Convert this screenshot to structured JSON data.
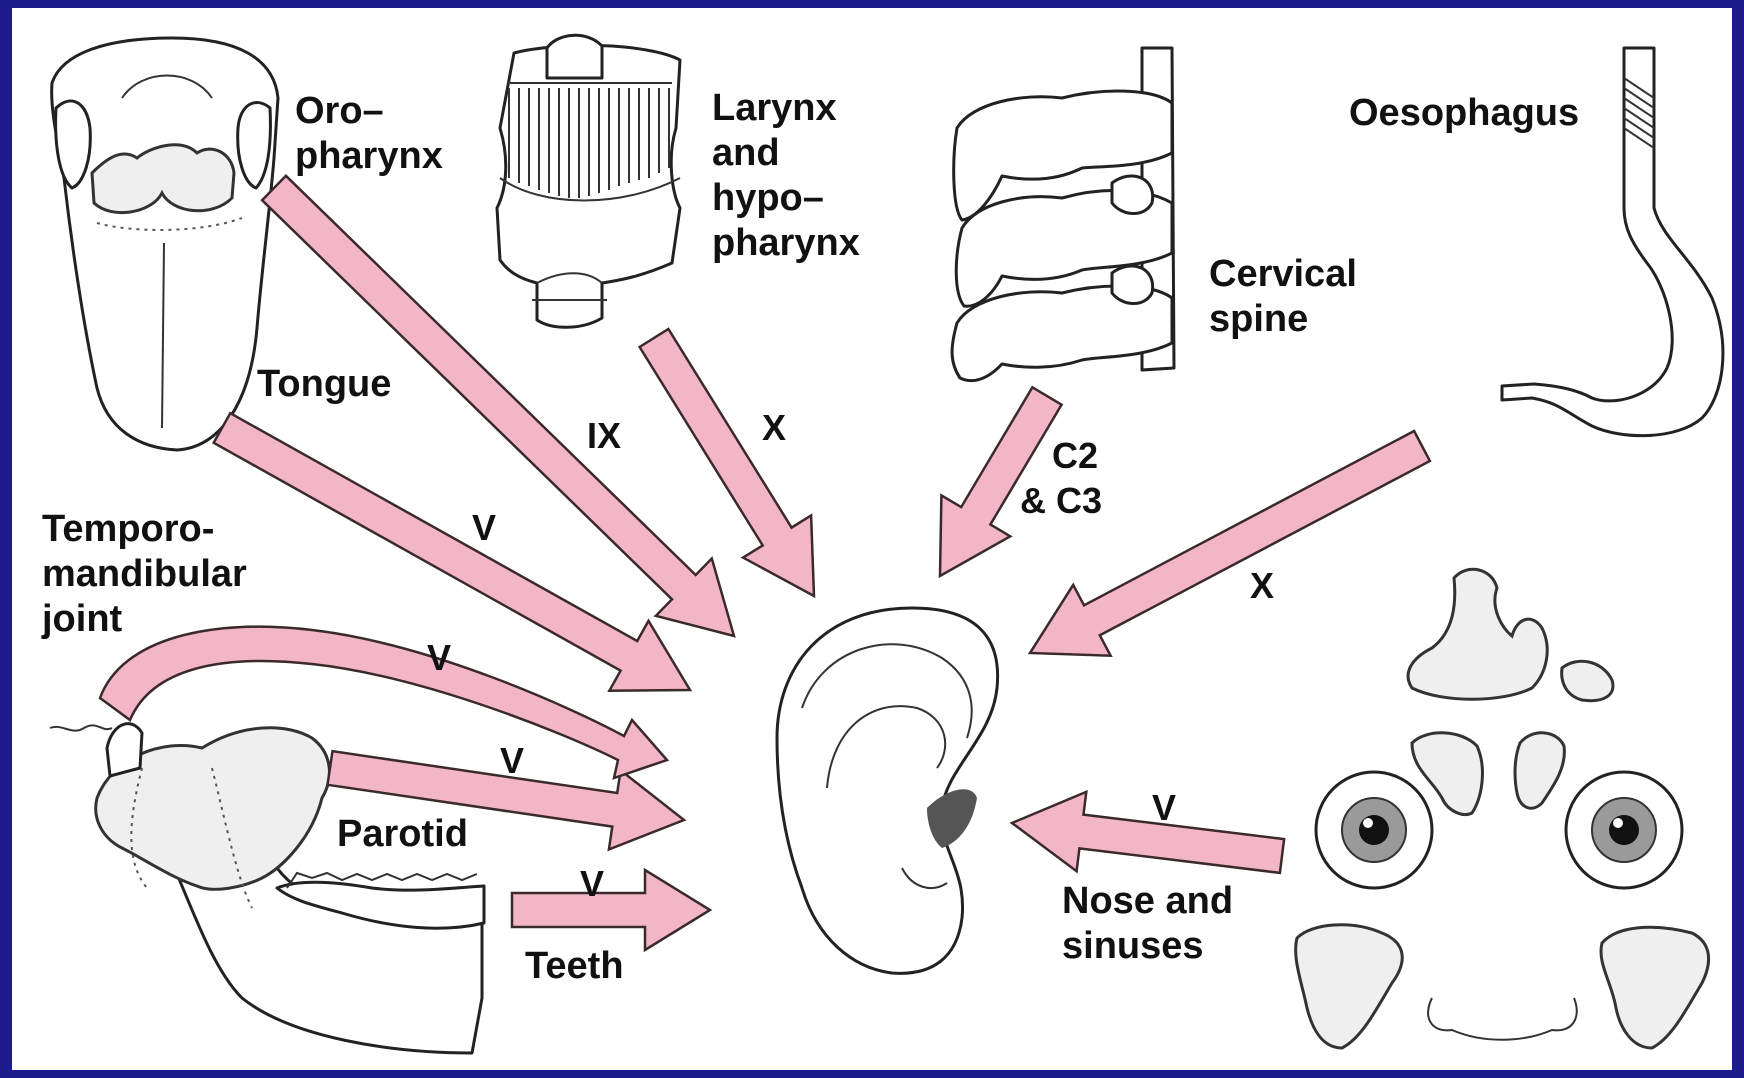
{
  "colors": {
    "frame": "#1c1a8c",
    "background": "#ffffff",
    "arrow_fill": "#f3b6c8",
    "arrow_stroke": "#3a2a2a",
    "ink": "#111111"
  },
  "icons": [
    "tongue-icon",
    "larynx-icon",
    "cervical-spine-icon",
    "oesophagus-icon",
    "ear-icon",
    "jaw-parotid-icon",
    "sinuses-icon",
    "eye-icon"
  ],
  "labels": {
    "oropharynx": [
      "Oro–",
      "pharynx"
    ],
    "larynx": [
      "Larynx",
      "and",
      "hypo–",
      "pharynx"
    ],
    "cervical": [
      "Cervical",
      "spine"
    ],
    "oesophagus": "Oesophagus",
    "tongue": "Tongue",
    "tmj": [
      "Temporo-",
      "mandibular",
      "joint"
    ],
    "parotid": "Parotid",
    "teeth": "Teeth",
    "nose": [
      "Nose and",
      "sinuses"
    ]
  },
  "nerves": {
    "oropharynx": "IX",
    "larynx": "X",
    "cervical": [
      "C2",
      "& C3"
    ],
    "oesophagus": "X",
    "tongue": "V",
    "tmj": "V",
    "parotid": "V",
    "teeth": "V",
    "nose": "V"
  }
}
